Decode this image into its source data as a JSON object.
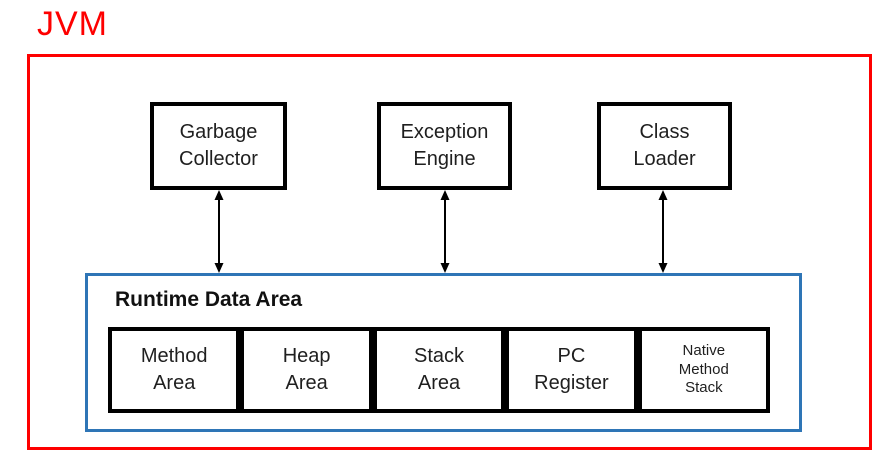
{
  "diagram": {
    "title": "JVM",
    "colors": {
      "frame_red": "#fe0000",
      "runtime_blue": "#2e75b6",
      "box_border_black": "#000000",
      "text_dark": "#1f1f1f"
    },
    "components": [
      {
        "label": "Garbage\nCollector"
      },
      {
        "label": "Exception\nEngine"
      },
      {
        "label": "Class\nLoader"
      }
    ],
    "arrows": [
      {
        "name": "garbage-collector-to-runtime",
        "style": "double-headed-vertical"
      },
      {
        "name": "exception-engine-to-runtime",
        "style": "double-headed-vertical"
      },
      {
        "name": "class-loader-to-runtime",
        "style": "double-headed-vertical"
      }
    ],
    "runtime": {
      "label": "Runtime Data Area",
      "areas": [
        {
          "label": "Method\nArea"
        },
        {
          "label": "Heap\nArea"
        },
        {
          "label": "Stack\nArea"
        },
        {
          "label": "PC\nRegister"
        },
        {
          "label": "Native\nMethod\nStack"
        }
      ]
    }
  }
}
